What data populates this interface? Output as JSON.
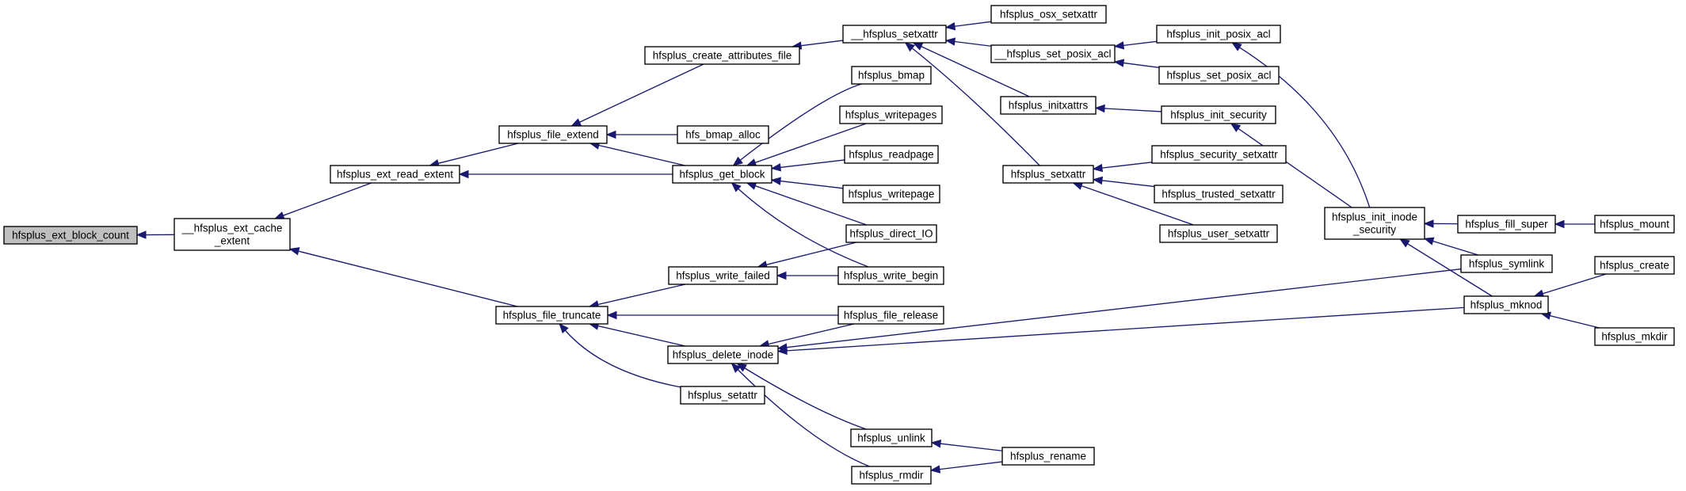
{
  "graph": {
    "root": "hfsplus_ext_block_count",
    "nodes": [
      {
        "id": "hfsplus_ext_block_count",
        "lines": [
          "hfsplus_ext_block_count"
        ]
      },
      {
        "id": "__hfsplus_ext_cache_extent",
        "lines": [
          "__hfsplus_ext_cache",
          "_extent"
        ]
      },
      {
        "id": "hfsplus_ext_read_extent",
        "lines": [
          "hfsplus_ext_read_extent"
        ]
      },
      {
        "id": "hfsplus_file_truncate",
        "lines": [
          "hfsplus_file_truncate"
        ]
      },
      {
        "id": "hfsplus_file_extend",
        "lines": [
          "hfsplus_file_extend"
        ]
      },
      {
        "id": "hfsplus_get_block",
        "lines": [
          "hfsplus_get_block"
        ]
      },
      {
        "id": "hfsplus_create_attributes_file",
        "lines": [
          "hfsplus_create_attributes_file"
        ]
      },
      {
        "id": "hfs_bmap_alloc",
        "lines": [
          "hfs_bmap_alloc"
        ]
      },
      {
        "id": "hfsplus_write_failed",
        "lines": [
          "hfsplus_write_failed"
        ]
      },
      {
        "id": "hfsplus_delete_inode",
        "lines": [
          "hfsplus_delete_inode"
        ]
      },
      {
        "id": "hfsplus_setattr",
        "lines": [
          "hfsplus_setattr"
        ]
      },
      {
        "id": "__hfsplus_setxattr",
        "lines": [
          "__hfsplus_setxattr"
        ]
      },
      {
        "id": "hfsplus_bmap",
        "lines": [
          "hfsplus_bmap"
        ]
      },
      {
        "id": "hfsplus_writepages",
        "lines": [
          "hfsplus_writepages"
        ]
      },
      {
        "id": "hfsplus_readpage",
        "lines": [
          "hfsplus_readpage"
        ]
      },
      {
        "id": "hfsplus_writepage",
        "lines": [
          "hfsplus_writepage"
        ]
      },
      {
        "id": "hfsplus_direct_IO",
        "lines": [
          "hfsplus_direct_IO"
        ]
      },
      {
        "id": "hfsplus_write_begin",
        "lines": [
          "hfsplus_write_begin"
        ]
      },
      {
        "id": "hfsplus_file_release",
        "lines": [
          "hfsplus_file_release"
        ]
      },
      {
        "id": "hfsplus_unlink",
        "lines": [
          "hfsplus_unlink"
        ]
      },
      {
        "id": "hfsplus_rmdir",
        "lines": [
          "hfsplus_rmdir"
        ]
      },
      {
        "id": "hfsplus_osx_setxattr",
        "lines": [
          "hfsplus_osx_setxattr"
        ]
      },
      {
        "id": "__hfsplus_set_posix_acl",
        "lines": [
          "__hfsplus_set_posix_acl"
        ]
      },
      {
        "id": "hfsplus_initxattrs",
        "lines": [
          "hfsplus_initxattrs"
        ]
      },
      {
        "id": "hfsplus_setxattr",
        "lines": [
          "hfsplus_setxattr"
        ]
      },
      {
        "id": "hfsplus_rename",
        "lines": [
          "hfsplus_rename"
        ]
      },
      {
        "id": "hfsplus_init_posix_acl",
        "lines": [
          "hfsplus_init_posix_acl"
        ]
      },
      {
        "id": "hfsplus_set_posix_acl",
        "lines": [
          "hfsplus_set_posix_acl"
        ]
      },
      {
        "id": "hfsplus_init_security",
        "lines": [
          "hfsplus_init_security"
        ]
      },
      {
        "id": "hfsplus_security_setxattr",
        "lines": [
          "hfsplus_security_setxattr"
        ]
      },
      {
        "id": "hfsplus_trusted_setxattr",
        "lines": [
          "hfsplus_trusted_setxattr"
        ]
      },
      {
        "id": "hfsplus_user_setxattr",
        "lines": [
          "hfsplus_user_setxattr"
        ]
      },
      {
        "id": "hfsplus_init_inode_security",
        "lines": [
          "hfsplus_init_inode",
          "_security"
        ]
      },
      {
        "id": "hfsplus_fill_super",
        "lines": [
          "hfsplus_fill_super"
        ]
      },
      {
        "id": "hfsplus_mount",
        "lines": [
          "hfsplus_mount"
        ]
      },
      {
        "id": "hfsplus_symlink",
        "lines": [
          "hfsplus_symlink"
        ]
      },
      {
        "id": "hfsplus_mknod",
        "lines": [
          "hfsplus_mknod"
        ]
      },
      {
        "id": "hfsplus_create",
        "lines": [
          "hfsplus_create"
        ]
      },
      {
        "id": "hfsplus_mkdir",
        "lines": [
          "hfsplus_mkdir"
        ]
      }
    ],
    "edges": [
      {
        "from": "__hfsplus_ext_cache_extent",
        "to": "hfsplus_ext_block_count"
      },
      {
        "from": "hfsplus_ext_read_extent",
        "to": "__hfsplus_ext_cache_extent"
      },
      {
        "from": "hfsplus_file_truncate",
        "to": "__hfsplus_ext_cache_extent"
      },
      {
        "from": "hfsplus_file_extend",
        "to": "hfsplus_ext_read_extent"
      },
      {
        "from": "hfsplus_get_block",
        "to": "hfsplus_ext_read_extent"
      },
      {
        "from": "hfsplus_create_attributes_file",
        "to": "hfsplus_file_extend"
      },
      {
        "from": "hfs_bmap_alloc",
        "to": "hfsplus_file_extend"
      },
      {
        "from": "hfsplus_get_block",
        "to": "hfsplus_file_extend"
      },
      {
        "from": "hfsplus_bmap",
        "to": "hfsplus_get_block"
      },
      {
        "from": "hfsplus_writepages",
        "to": "hfsplus_get_block"
      },
      {
        "from": "hfsplus_readpage",
        "to": "hfsplus_get_block"
      },
      {
        "from": "hfsplus_writepage",
        "to": "hfsplus_get_block"
      },
      {
        "from": "hfsplus_direct_IO",
        "to": "hfsplus_get_block"
      },
      {
        "from": "hfsplus_write_begin",
        "to": "hfsplus_get_block"
      },
      {
        "from": "__hfsplus_setxattr",
        "to": "hfsplus_create_attributes_file"
      },
      {
        "from": "hfsplus_osx_setxattr",
        "to": "__hfsplus_setxattr"
      },
      {
        "from": "__hfsplus_set_posix_acl",
        "to": "__hfsplus_setxattr"
      },
      {
        "from": "hfsplus_initxattrs",
        "to": "__hfsplus_setxattr"
      },
      {
        "from": "hfsplus_setxattr",
        "to": "__hfsplus_setxattr"
      },
      {
        "from": "hfsplus_init_posix_acl",
        "to": "__hfsplus_set_posix_acl"
      },
      {
        "from": "hfsplus_set_posix_acl",
        "to": "__hfsplus_set_posix_acl"
      },
      {
        "from": "hfsplus_init_security",
        "to": "hfsplus_initxattrs"
      },
      {
        "from": "hfsplus_security_setxattr",
        "to": "hfsplus_setxattr"
      },
      {
        "from": "hfsplus_trusted_setxattr",
        "to": "hfsplus_setxattr"
      },
      {
        "from": "hfsplus_user_setxattr",
        "to": "hfsplus_setxattr"
      },
      {
        "from": "hfsplus_init_inode_security",
        "to": "hfsplus_init_posix_acl"
      },
      {
        "from": "hfsplus_init_inode_security",
        "to": "hfsplus_init_security"
      },
      {
        "from": "hfsplus_fill_super",
        "to": "hfsplus_init_inode_security"
      },
      {
        "from": "hfsplus_symlink",
        "to": "hfsplus_init_inode_security"
      },
      {
        "from": "hfsplus_mknod",
        "to": "hfsplus_init_inode_security"
      },
      {
        "from": "hfsplus_mount",
        "to": "hfsplus_fill_super"
      },
      {
        "from": "hfsplus_create",
        "to": "hfsplus_mknod"
      },
      {
        "from": "hfsplus_mkdir",
        "to": "hfsplus_mknod"
      },
      {
        "from": "hfsplus_write_failed",
        "to": "hfsplus_file_truncate"
      },
      {
        "from": "hfsplus_file_release",
        "to": "hfsplus_file_truncate"
      },
      {
        "from": "hfsplus_delete_inode",
        "to": "hfsplus_file_truncate"
      },
      {
        "from": "hfsplus_setattr",
        "to": "hfsplus_file_truncate"
      },
      {
        "from": "hfsplus_direct_IO",
        "to": "hfsplus_write_failed"
      },
      {
        "from": "hfsplus_write_begin",
        "to": "hfsplus_write_failed"
      },
      {
        "from": "hfsplus_file_release",
        "to": "hfsplus_delete_inode"
      },
      {
        "from": "hfsplus_symlink",
        "to": "hfsplus_delete_inode"
      },
      {
        "from": "hfsplus_mknod",
        "to": "hfsplus_delete_inode"
      },
      {
        "from": "hfsplus_unlink",
        "to": "hfsplus_delete_inode"
      },
      {
        "from": "hfsplus_rmdir",
        "to": "hfsplus_delete_inode"
      },
      {
        "from": "hfsplus_rename",
        "to": "hfsplus_unlink"
      },
      {
        "from": "hfsplus_rename",
        "to": "hfsplus_rmdir"
      }
    ]
  }
}
